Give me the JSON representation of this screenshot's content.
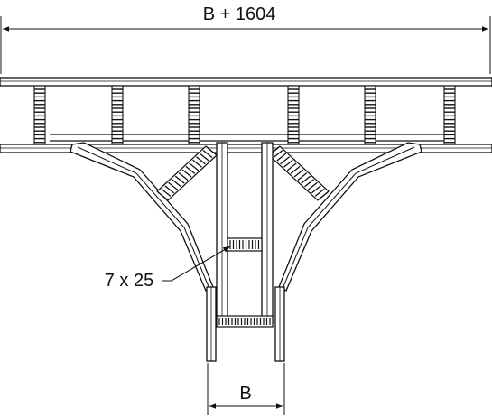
{
  "dimensions": {
    "overall_width_label": "B + 1604",
    "outlet_width_label": "B",
    "hole_label": "7 x 25"
  },
  "colors": {
    "line": "#111111",
    "background": "#ffffff"
  }
}
